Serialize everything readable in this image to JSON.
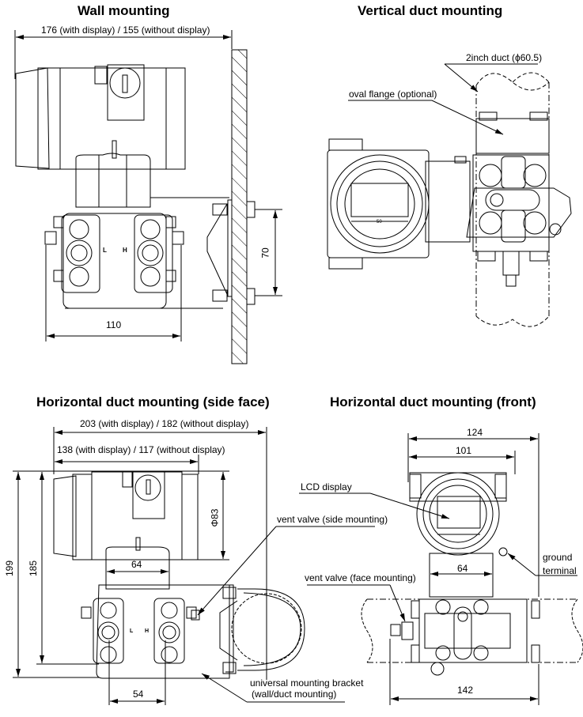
{
  "panels": {
    "wall": {
      "title": "Wall mounting",
      "dim_total_width": "176 (with display) / 155 (without display)",
      "dim_body_width": "110",
      "dim_bolt_spacing": "70",
      "flange_labels": [
        "L",
        "H"
      ]
    },
    "vertical_duct": {
      "title": "Vertical duct mounting",
      "callout_duct": "2inch duct (ϕ60.5)",
      "callout_flange": "oval flange (optional)",
      "lcd_scale": "50"
    },
    "horizontal_side": {
      "title": "Horizontal duct mounting (side face)",
      "dim_total_width": "203 (with display) / 182 (without display)",
      "dim_housing_width": "138 (with display) / 117 (without display)",
      "dim_housing_diameter": "Φ83",
      "dim_neck_width": "64",
      "dim_total_height": "199",
      "dim_body_height": "185",
      "dim_port_spacing": "54",
      "callout_vent_side": "vent valve (side mounting)",
      "callout_bracket_line1": "universal mounting bracket",
      "callout_bracket_line2": "(wall/duct mounting)",
      "flange_labels": [
        "L",
        "H"
      ]
    },
    "horizontal_front": {
      "title": "Horizontal duct mounting (front)",
      "dim_total_width": "124",
      "dim_housing_width": "101",
      "dim_neck_width": "64",
      "dim_bracket_width": "142",
      "callout_lcd": "LCD display",
      "callout_vent_face": "vent valve (face mounting)",
      "callout_ground_line1": "ground",
      "callout_ground_line2": "terminal"
    }
  }
}
